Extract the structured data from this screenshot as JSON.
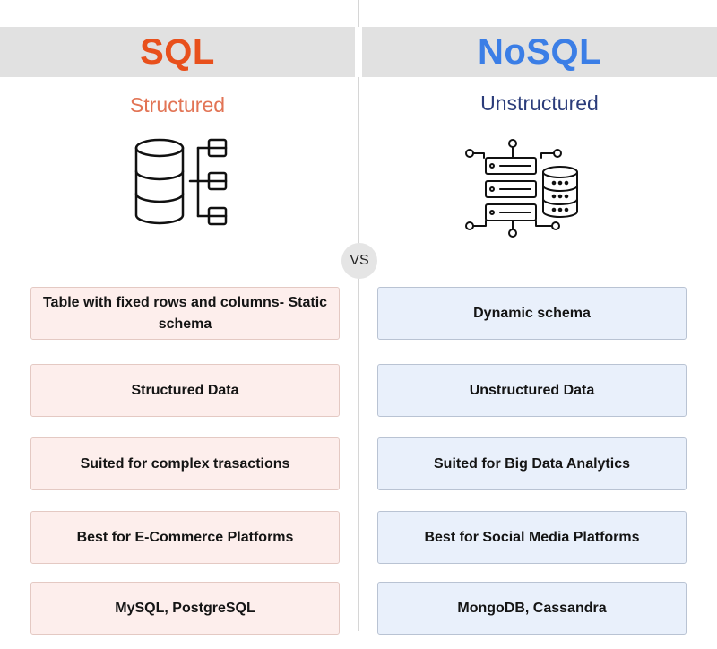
{
  "left": {
    "title": "SQL",
    "subtitle": "Structured",
    "icon": "structured-database-icon",
    "items": [
      "Table with fixed rows and columns- Static schema",
      "Structured Data",
      "Suited for complex trasactions",
      "Best for E-Commerce Platforms",
      "MySQL, PostgreSQL"
    ]
  },
  "right": {
    "title": "NoSQL",
    "subtitle": "Unstructured",
    "icon": "unstructured-database-icon",
    "items": [
      "Dynamic schema",
      "Unstructured Data",
      "Suited for Big Data Analytics",
      "Best for Social Media Platforms",
      "MongoDB, Cassandra"
    ]
  },
  "vs_label": "VS",
  "colors": {
    "sql_title": "#e8501c",
    "nosql_title": "#3b7ee6",
    "sql_subtitle": "#e27455",
    "nosql_subtitle": "#2b3c7a",
    "sql_card_bg": "#fdeeec",
    "nosql_card_bg": "#e9f0fb"
  }
}
